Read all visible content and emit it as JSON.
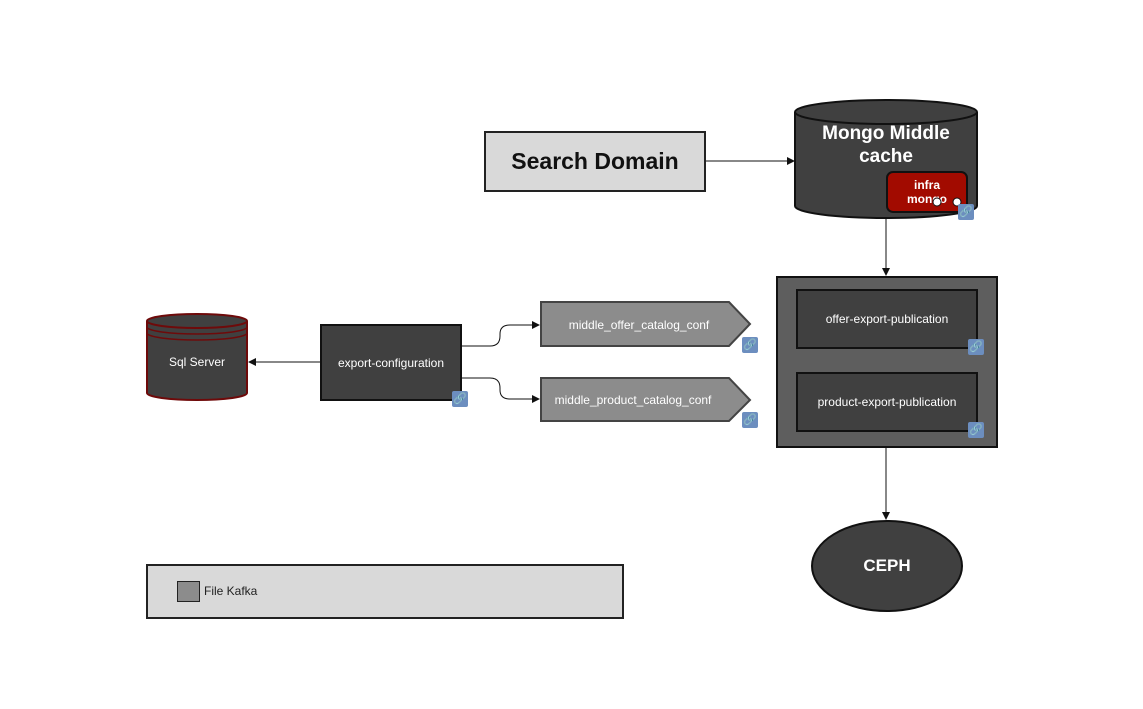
{
  "nodes": {
    "search_domain": "Search Domain",
    "mongo_cache": [
      "Mongo Middle",
      "cache"
    ],
    "infra_mongo": [
      "infra",
      "mongo"
    ],
    "sql_server": "Sql Server",
    "export_configuration": "export-configuration",
    "topic_offer": "middle_offer_catalog_conf",
    "topic_product": "middle_product_catalog_conf",
    "offer_publication": "offer-export-publication",
    "product_publication": "product-export-publication",
    "ceph": "CEPH"
  },
  "legend": {
    "kafka_label": "File Kafka"
  },
  "colors": {
    "dark_node": "#404040",
    "group_fill": "#5e5e5e",
    "topic_fill": "#8c8c8c",
    "light_fill": "#d9d9d9",
    "infra_red": "#a20b00",
    "link_badge": "#6c8ebf"
  },
  "icons": {
    "link": "link-icon"
  }
}
